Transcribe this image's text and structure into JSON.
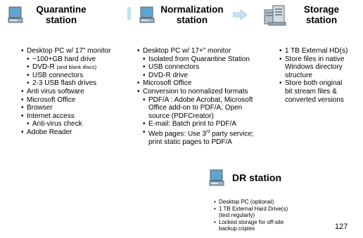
{
  "quarantine": {
    "title_line1": "Quarantine",
    "title_line2": "station",
    "items": [
      "Desktop PC w/ 17” monitor",
      "~100+GB hard drive",
      "DVD-R",
      "(and blank discs)",
      "USB connectors",
      "2-3 USB flash drives",
      "Anti virus software",
      "Microsoft Office",
      "Browser",
      "Internet access",
      "Anti-virus check",
      "Adobe Reader"
    ]
  },
  "normalization": {
    "title_line1": "Normalization",
    "title_line2": "station",
    "items": [
      "Desktop PC w/ 17+” monitor",
      "Isolated from Quarantine Station",
      "USB connectors",
      "DVD-R drive",
      "Microsoft Office",
      "Conversion to normalized formats",
      "PDF/A : Adobe Acrobat, Microsoft",
      "Office add-on to PDF/A, Open",
      "source (PDFCreator)",
      "E-mail: Batch print to PDF/A",
      "Web pages: Use 3",
      "rd",
      " party service;",
      "print static pages to PDF/A"
    ]
  },
  "storage": {
    "title_line1": "Storage",
    "title_line2": "station",
    "items": [
      "1 TB External HD(s)",
      "Store files in native",
      "Windows directory",
      "structure",
      "Store both original",
      "bit stream files &",
      "converted versions"
    ]
  },
  "dr": {
    "title": "DR station",
    "items": [
      "Desktop PC (optional)",
      "1 TB External Hard Drive(s)",
      "(test regularly)",
      "Locked storage for off-site",
      "backup copies"
    ]
  },
  "page_number": "127",
  "icons": [
    "computer-icon",
    "server-icon",
    "arrow-right-icon"
  ],
  "colors": {
    "accent": "#bfe3ea",
    "arrow": "#c6e4ee",
    "monitor_screen": "#5aa6d6"
  }
}
